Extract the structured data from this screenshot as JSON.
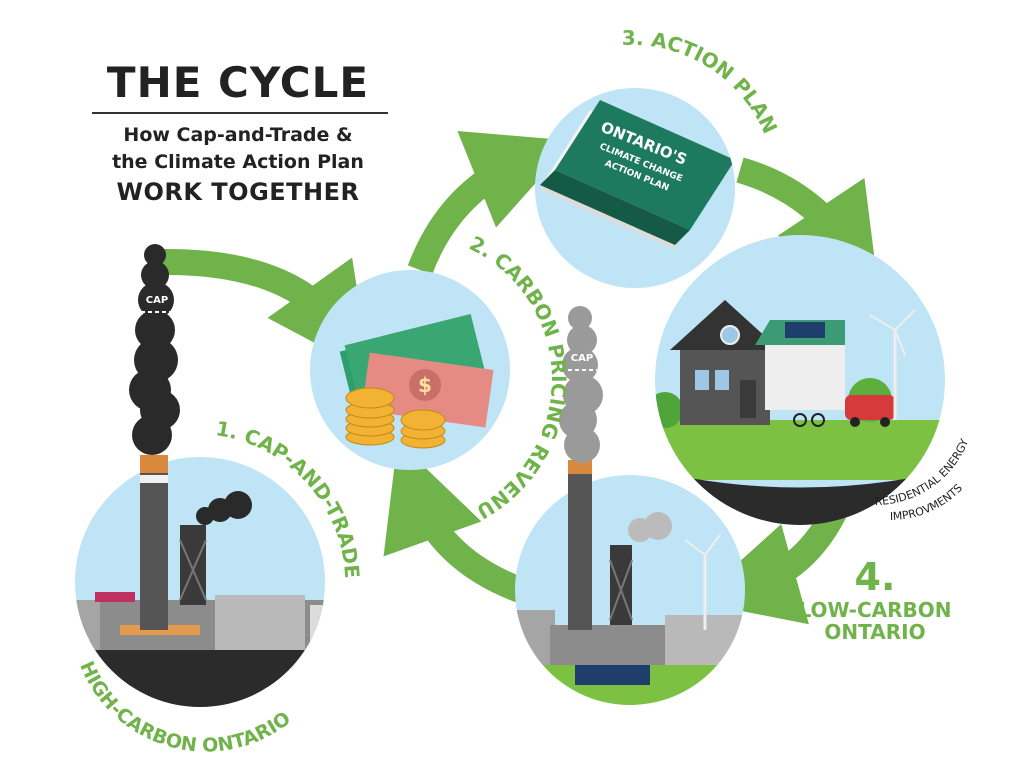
{
  "heading": {
    "title": "THE CYCLE",
    "subtitle_line1": "How Cap-and-Trade &",
    "subtitle_line2": "the Climate Action Plan",
    "subtitle_line3": "WORK TOGETHER"
  },
  "steps": {
    "step1": "1. CAP-AND-TRADE",
    "step2": "2. CARBON PRICING REVENUE",
    "step3": "3. ACTION PLAN",
    "step4_number": "4.",
    "step4_line1": "LOW-CARBON",
    "step4_line2": "ONTARIO"
  },
  "labels": {
    "high_carbon": "HIGH-CARBON ONTARIO",
    "cap_marker": "CAP",
    "book_line1": "ONTARIO'S",
    "book_line2": "CLIMATE CHANGE",
    "book_line3": "ACTION PLAN",
    "residential_line1": "RESIDENTIAL ENERGY",
    "residential_line2": "IMPROVMENTS"
  },
  "colors": {
    "arrow_green": "#6fb34a",
    "circle_sky": "#bfe4f6",
    "book_green": "#1e7a5e",
    "smoke_black": "#2a2a2a",
    "smoke_grey": "#9a9a9a"
  }
}
